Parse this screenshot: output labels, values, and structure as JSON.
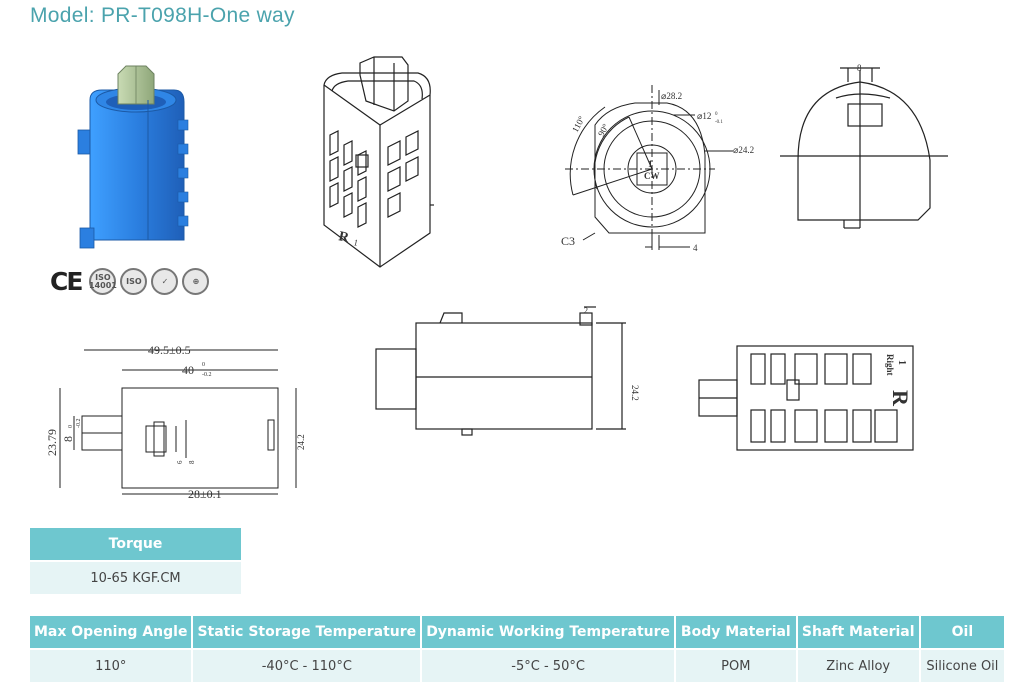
{
  "model_title": "Model: PR-T098H-One way",
  "certifications": {
    "ce_label": "CE",
    "badges": [
      "ISO 14001",
      "ISO",
      "✓",
      "⊕"
    ]
  },
  "drawings": {
    "front_view": {
      "dim_28_2": "⌀28.2",
      "dim_12": "⌀12",
      "dim_12_tol_upper": "0",
      "dim_12_tol_lower": "-0.1",
      "dim_24_2": "⌀24.2",
      "angle_110": "110°",
      "angle_90": "90°",
      "chamfer": "C3",
      "dim_4": "4",
      "center_mark_1": "1",
      "center_mark_cw": "CW"
    },
    "top_view": {
      "dim_8": "8"
    },
    "side_view": {
      "dim_49_5": "49.5±0.5",
      "dim_40": "40",
      "dim_40_tol_upper": "0",
      "dim_40_tol_lower": "-0.2",
      "dim_23_79": "23.79",
      "dim_8_left": "8",
      "dim_8_tol_upper": "0",
      "dim_8_tol_lower": "-0.2",
      "dim_6": "6",
      "dim_8_small": "8",
      "dim_24_2_v": "24.2",
      "dim_28": "28±0.1"
    },
    "profile_view": {
      "dim_2": "2",
      "dim_24_2": "24.2"
    },
    "rear_view": {
      "mark_r": "R",
      "mark_right": "Right",
      "mark_1": "1"
    }
  },
  "torque_table": {
    "header": "Torque",
    "value": "10-65 KGF.CM"
  },
  "spec_table": {
    "headers": [
      "Max Opening Angle",
      "Static Storage Temperature",
      "Dynamic Working Temperature",
      "Body Material",
      "Shaft Material",
      "Oil"
    ],
    "values": [
      "110°",
      "-40°C - 110°C",
      "-5°C - 50°C",
      "POM",
      "Zinc Alloy",
      "Silicone Oil"
    ]
  }
}
